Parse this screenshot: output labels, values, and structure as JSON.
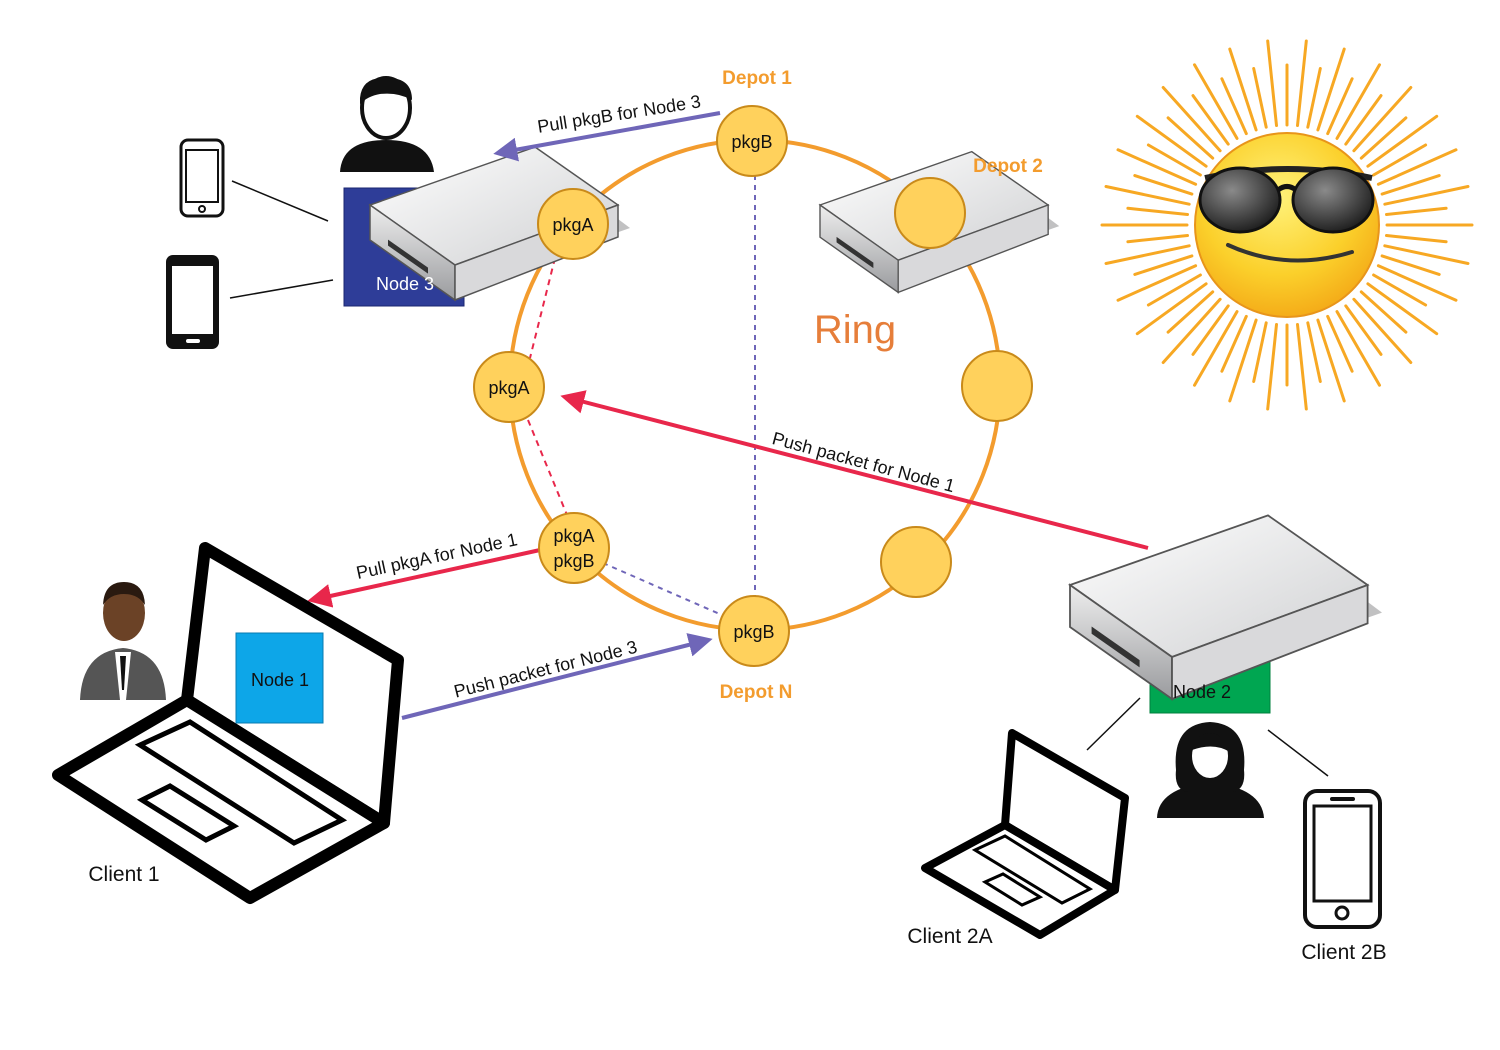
{
  "diagram": {
    "ring_label": "Ring",
    "depots": {
      "depot1": "Depot 1",
      "depot2": "Depot 2",
      "depotN": "Depot N"
    },
    "nodes": {
      "node1": "Node 1",
      "node2": "Node 2",
      "node3": "Node 3"
    },
    "clients": {
      "client1": "Client 1",
      "client2a": "Client 2A",
      "client2b": "Client 2B"
    },
    "packages": {
      "depot1": "pkgB",
      "node3_circle": "pkgA",
      "left_circle": "pkgA",
      "lower_left_a": "pkgA",
      "lower_left_b": "pkgB",
      "depotN": "pkgB"
    },
    "arrows": {
      "pull_pkgb_node3": "Pull pkgB for Node 3",
      "push_packet_node1": "Push packet for Node 1",
      "pull_pkga_node1": "Pull pkgA for Node 1",
      "push_packet_node3": "Push packet for Node 3"
    },
    "colors": {
      "ring": "#F39C2E",
      "depot_circle": "#FFD15C",
      "depot_label": "#F39C2E",
      "ring_label": "#E67E3A",
      "red_arrow": "#E8274B",
      "purple_arrow": "#6F66B8",
      "node1_fill": "#0DA6E8",
      "node2_fill": "#00A651",
      "node3_fill": "#2E3D98",
      "sun_ray": "#F7A823",
      "sun_face": "#FBD02B"
    }
  }
}
